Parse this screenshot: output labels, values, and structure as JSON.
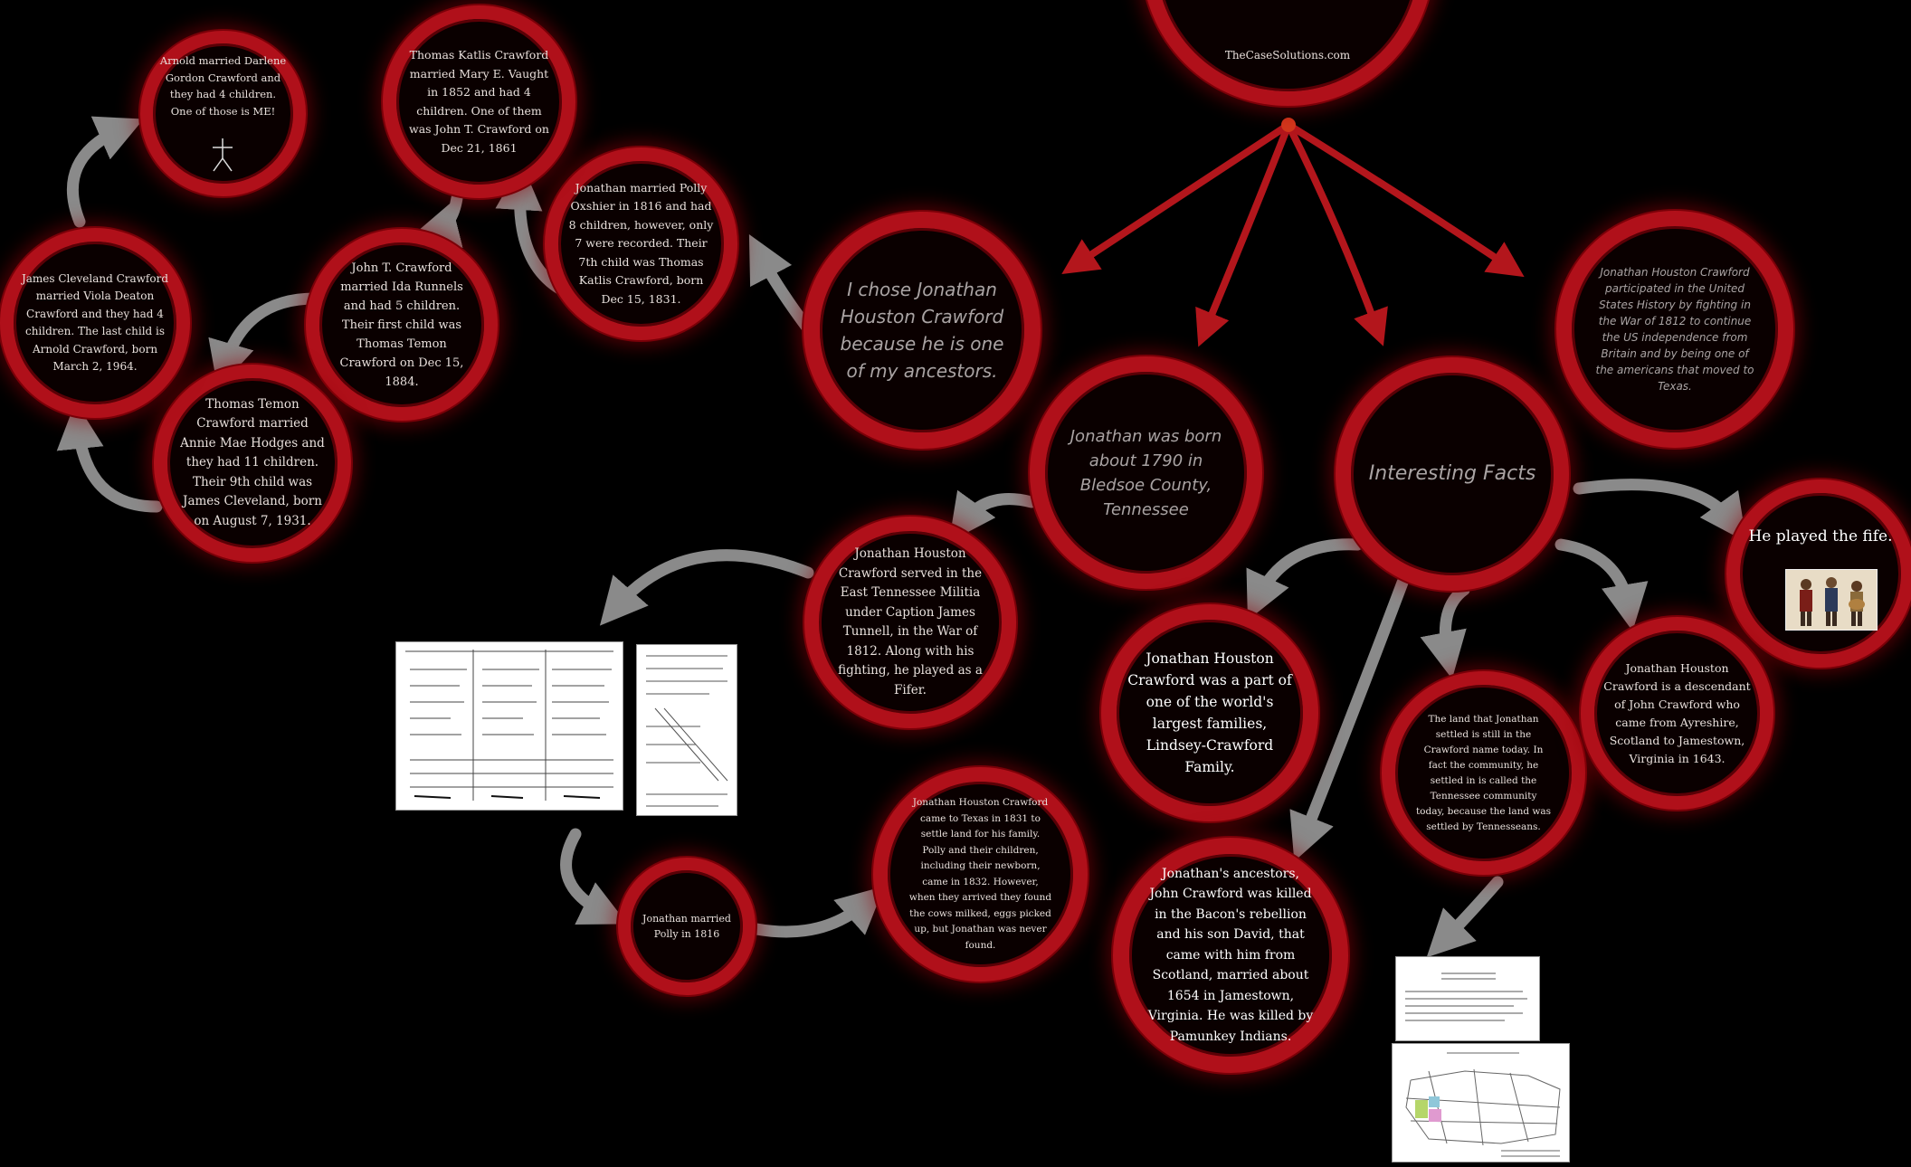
{
  "top_node": {
    "label": "TheCaseSolutions.com"
  },
  "nodes": {
    "chose": "I chose Jonathan Houston Crawford because he is one of my ancestors.",
    "born": "Jonathan was born about 1790 in Bledsoe County, Tennessee",
    "facts": "Interesting Facts",
    "war1812": "Jonathan Houston Crawford participated in the United States History by fighting in the War of 1812 to continue the US independence from Britain and by being one of the americans that moved to Texas.",
    "fife": "He played the fife.",
    "lindsey": "Jonathan Houston Crawford was a part of one of the world's largest families, Lindsey-Crawford Family.",
    "land": "The land that Jonathan settled is still in the Crawford name today. In fact the community, he settled in is called the Tennessee community today, because the land was settled by Tennesseans.",
    "descendant": "Jonathan Houston Crawford is a descendant of John Crawford who came from Ayreshire, Scotland to Jamestown, Virginia in 1643.",
    "ancestors": "Jonathan's ancestors, John Crawford was killed in the Bacon's rebellion and his son David, that came with him from Scotland, married about 1654 in Jamestown, Virginia. He was killed by Pamunkey Indians.",
    "militia": "Jonathan Houston Crawford served in the East Tennessee Militia under Caption James Tunnell, in the War of 1812. Along with his fighting, he played as a Fifer.",
    "polly1816": "Jonathan married Polly in 1816",
    "texas": "Jonathan Houston Crawford came to Texas in 1831 to settle land for his family. Polly and their children, including their newborn, came in 1832. However, when they arrived they found the cows milked, eggs picked up, but Jonathan was never found.",
    "oxshier": "Jonathan married Polly Oxshier in 1816 and had 8 children, however, only 7 were recorded. Their 7th child was Thomas Katlis Crawford, born Dec 15, 1831.",
    "thomas_katlis": "Thomas Katlis Crawford married Mary E. Vaught in 1852 and had 4 children. One of them was John T. Crawford on Dec 21, 1861",
    "john_t": "John T. Crawford married Ida Runnels and had 5 children. Their first child was Thomas Temon Crawford on Dec 15, 1884.",
    "thomas_temon": "Thomas Temon Crawford married Annie Mae Hodges and they had 11 children. Their 9th child was James Cleveland, born on August 7, 1931.",
    "james": "James Cleveland Crawford married Viola Deaton Crawford and they had 4 children. The last child is Arnold Crawford, born March 2, 1964.",
    "arnold": "Arnold married Darlene Gordon Crawford and they had 4 children. One of those is ME!"
  },
  "colors": {
    "ring": "#b0101a",
    "arrow_red": "#b3161c",
    "arrow_gray": "#8a8a8a"
  },
  "icons": [
    "stick-figure-icon",
    "fife-players-image",
    "document-scan",
    "map-scan"
  ]
}
